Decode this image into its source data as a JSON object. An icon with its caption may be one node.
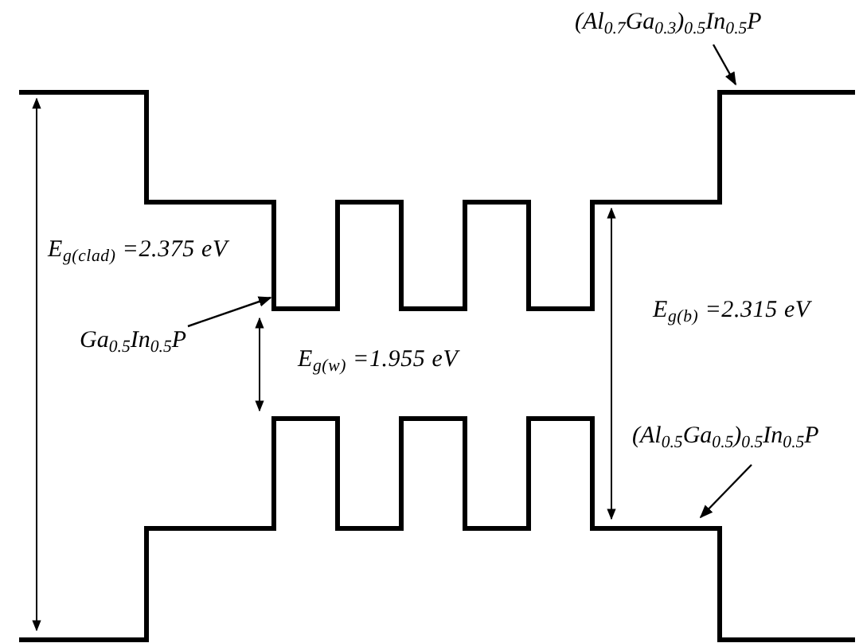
{
  "diagram": {
    "nodes": [
      {
        "text": [
          "(Al$_{0.7}$Ga$_{0.3}$)$_{0.5}$In$_{0.5}$P"
        ]
      },
      {
        "text": [
          "Ga$_{0.5}$In$_{0.5}$P"
        ]
      },
      {
        "text": [
          "(Al$_{0.5}$Ga$_{0.5}$)$_{0.5}$In$_{0.5}$P"
        ]
      }
    ],
    "edges": [
      {
        "from": 0,
        "to": null,
        "arrow": "to"
      },
      {
        "from": 1,
        "to": null,
        "arrow": "to"
      },
      {
        "from": 2,
        "to": null,
        "arrow": "to"
      }
    ],
    "labels": [
      "E$_{g(clad)}$ =2.375 eV",
      "E$_{g(b)}$ =2.315 eV",
      "E$_{g(w)}$ =1.955 eV"
    ]
  }
}
